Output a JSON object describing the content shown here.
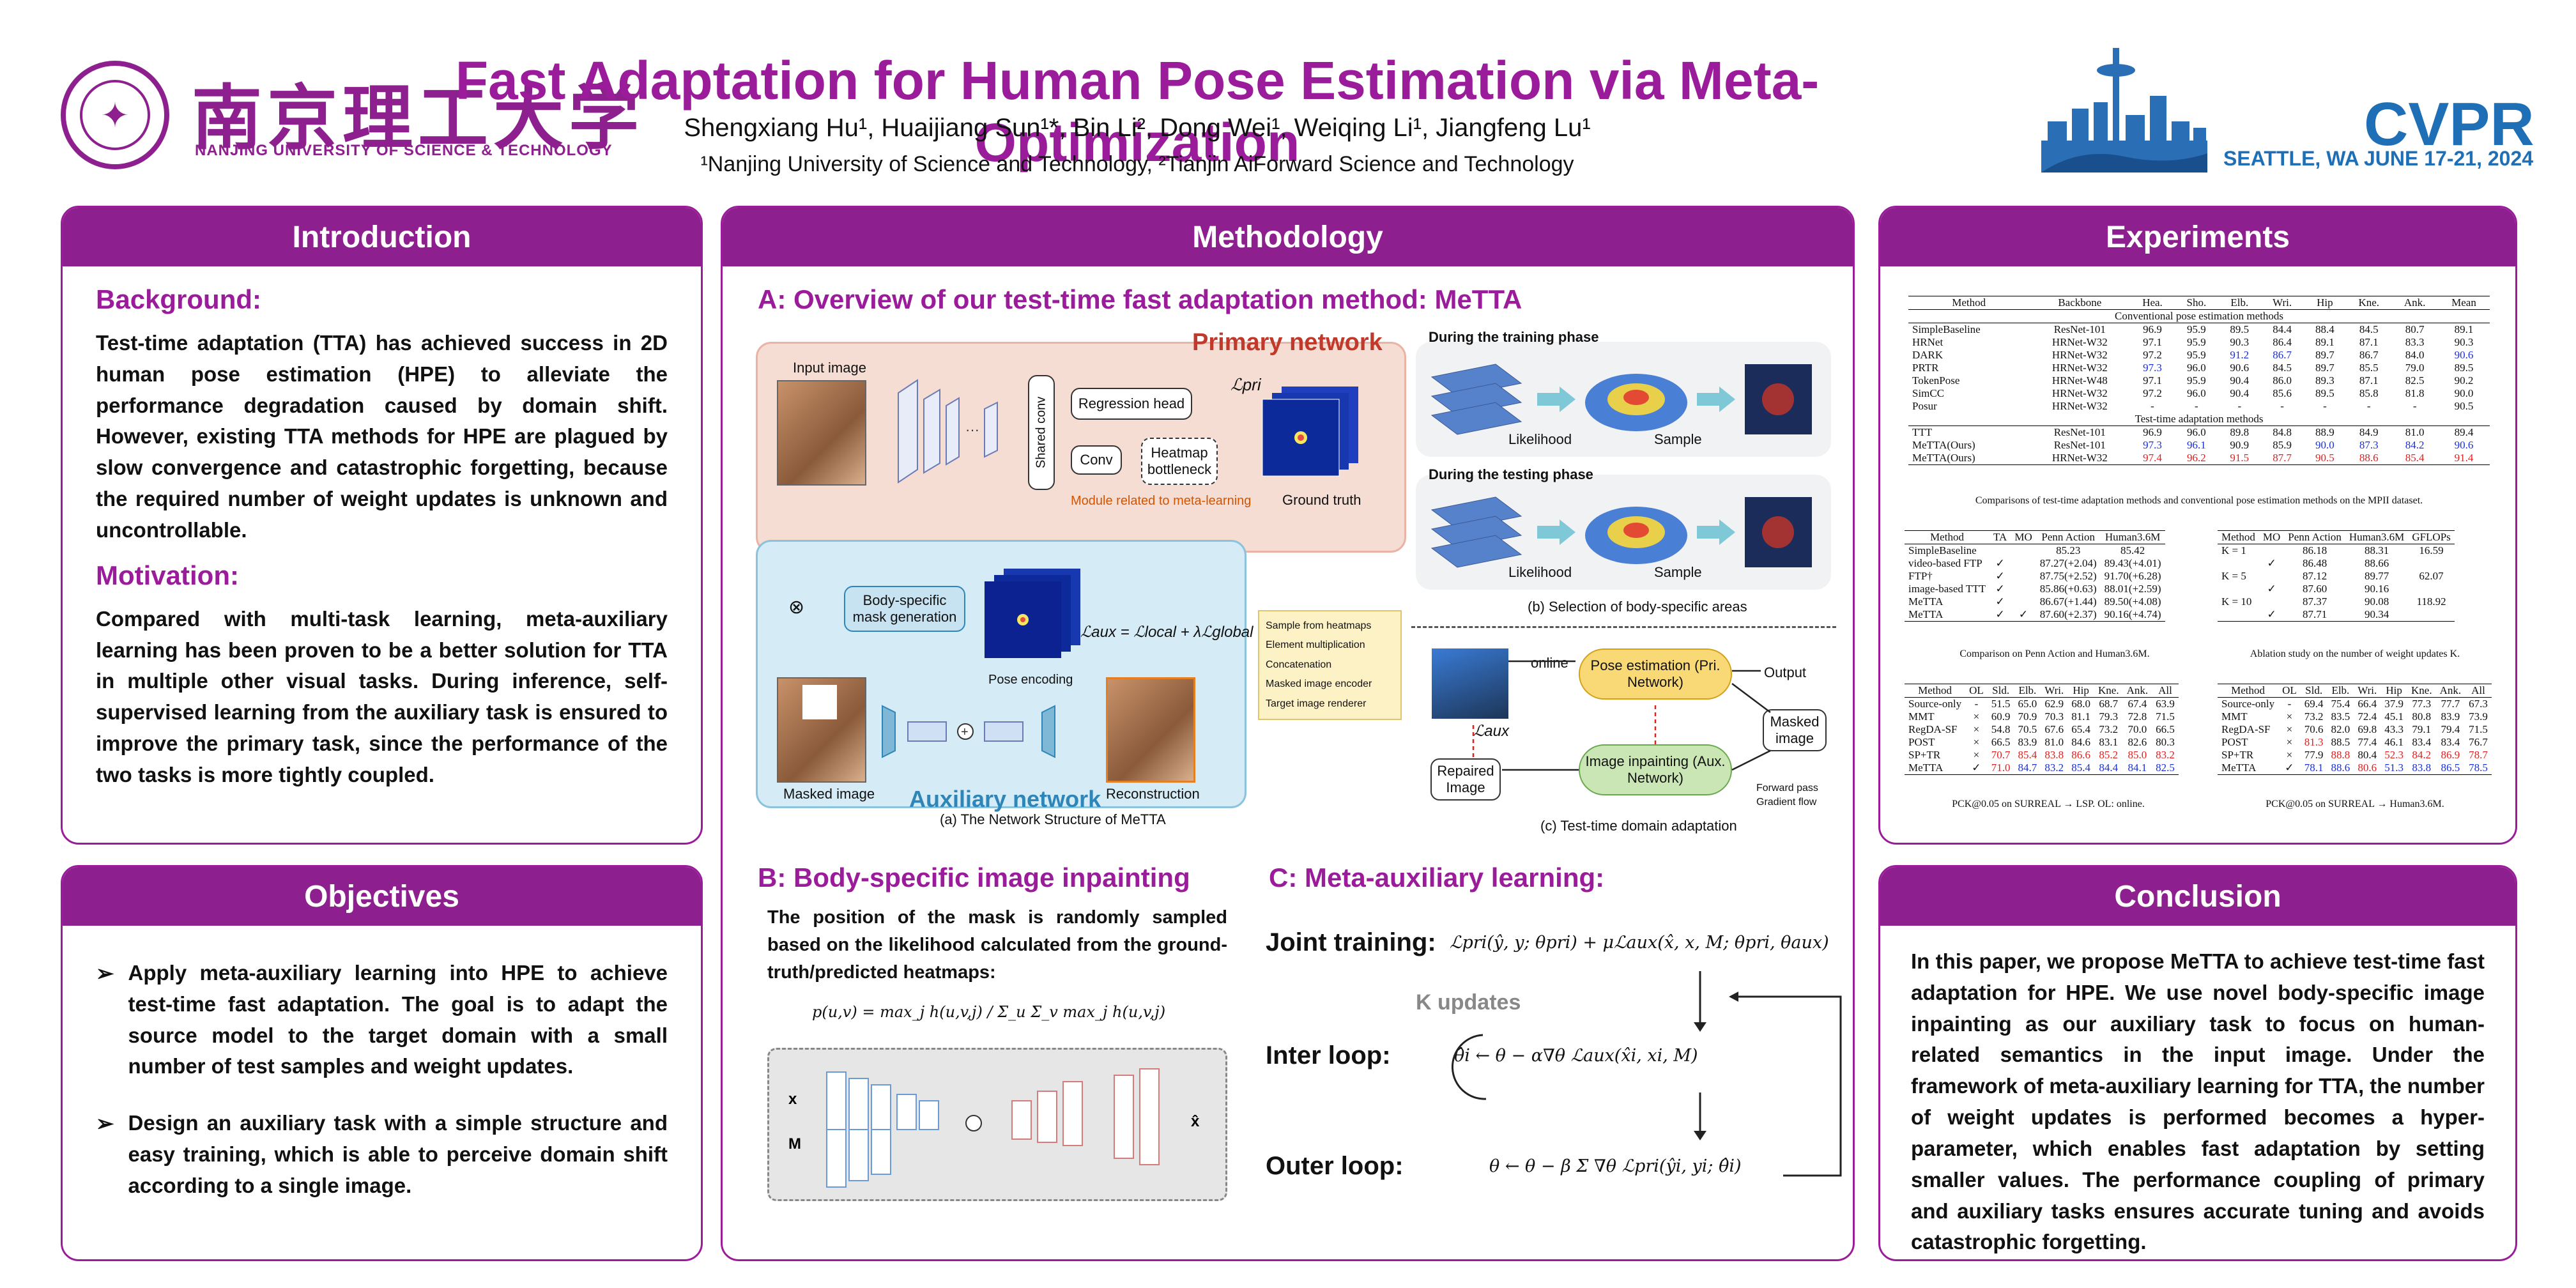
{
  "header": {
    "uni_cn": "南京理工大学",
    "uni_en": "NANJING UNIVERSITY OF SCIENCE & TECHNOLOGY",
    "title": "Fast Adaptation for Human Pose Estimation via Meta-Optimization",
    "authors": "Shengxiang Hu¹, Huaijiang Sun¹*, Bin Li², Dong Wei¹, Weiqing Li¹, Jiangfeng Lu¹",
    "affiliations": "¹Nanjing University of Science and Technology, ²Tianjin AiForward Science and Technology",
    "conf": "CVPR",
    "conf_location": "SEATTLE, WA",
    "conf_dates": "JUNE 17-21, 2024",
    "brand_color": "#8e1f8e",
    "cvpr_color": "#1f6fb7"
  },
  "intro": {
    "title": "Introduction",
    "background_title": "Background:",
    "background_text": "Test-time adaptation (TTA) has achieved success in 2D human pose estimation (HPE) to alleviate the performance degradation caused by domain shift. However, existing TTA methods  for HPE are plagued by slow convergence and catastrophic forgetting, because the required number of weight updates is unknown and uncontrollable.",
    "motivation_title": "Motivation:",
    "motivation_text": "Compared with multi-task learning, meta-auxiliary learning has been proven to be a better solution for TTA in multiple other visual tasks. During inference, self-supervised learning from the auxiliary task is ensured to improve the primary task, since the performance of  the two tasks is more tightly coupled."
  },
  "objectives": {
    "title": "Objectives",
    "items": [
      "Apply meta-auxiliary learning into HPE to achieve test-time fast adaptation. The goal is to adapt the source model to the target domain with a small number of test samples and weight updates.",
      "Design an auxiliary task with a simple structure and easy training, which is able to perceive domain shift according to a single image."
    ]
  },
  "method": {
    "title": "Methodology",
    "sec_a": "A: Overview of our test-time fast adaptation method: MeTTA",
    "primary_network": "Primary network",
    "auxiliary_network": "Auxiliary network",
    "input_image": "Input image",
    "shared_conv": "Shared conv",
    "regression_head": "Regression head",
    "conv": "Conv",
    "heatmap_bottleneck": "Heatmap bottleneck",
    "module_meta": "Module related to meta-learning",
    "ground_truth": "Ground truth",
    "body_mask": "Body-specific mask generation",
    "pose_encoding": "Pose encoding",
    "masked_image": "Masked image",
    "reconstruction": "Reconstruction",
    "l_pri": "ℒpri",
    "l_aux_eq": "ℒaux = ℒlocal + λℒglobal",
    "legend": [
      "Sample from heatmaps",
      "Element multiplication",
      "Concatenation",
      "Masked image encoder",
      "Target image renderer"
    ],
    "cap_a": "(a) The Network Structure of MeTTA",
    "training_phase": "During the training phase",
    "testing_phase": "During the testing phase",
    "likelihood": "Likelihood",
    "sample": "Sample",
    "cap_b": "(b) Selection of body-specific areas",
    "online": "online",
    "pose_est": "Pose estimation (Pri. Network)",
    "output": "Output",
    "masked_img": "Masked image",
    "image_inpaint": "Image inpainting (Aux. Network)",
    "repaired_img": "Repaired Image",
    "l_aux": "ℒaux",
    "forward_pass": "Forward pass",
    "gradient_flow": "Gradient flow",
    "cap_c": "(c) Test-time domain adaptation",
    "sec_b": "B: Body-specific image inpainting",
    "sec_b_text": "The position of the mask is randomly sampled based on the likelihood calculated  from the ground-truth/predicted heatmaps:",
    "eq_b": "p(u,v) = max_j h(u,v,j) / Σ_u Σ_v max_j h(u,v,j)",
    "sec_c": "C: Meta-auxiliary learning:",
    "joint_training": "Joint training:",
    "joint_eq": "ℒpri(ŷ, y; θpri) + μℒaux(x̂, x, M; θpri, θaux)",
    "k_updates": "K updates",
    "inter_loop": "Inter loop:",
    "inter_eq": "θ̂i ← θ − α∇θ ℒaux(x̂i, xi, M)",
    "outer_loop": "Outer loop:",
    "outer_eq": "θ ← θ − β Σ ∇θ ℒpri(ŷi, yi; θ̂i)"
  },
  "experiments": {
    "title": "Experiments",
    "t1_headers": [
      "Method",
      "Backbone",
      "Hea.",
      "Sho.",
      "Elb.",
      "Wri.",
      "Hip",
      "Kne.",
      "Ank.",
      "Mean"
    ],
    "t1_group1": "Conventional pose estimation methods",
    "t1_rows1": [
      [
        "SimpleBaseline",
        "ResNet-101",
        "96.9",
        "95.9",
        "89.5",
        "84.4",
        "88.4",
        "84.5",
        "80.7",
        "89.1"
      ],
      [
        "HRNet",
        "HRNet-W32",
        "97.1",
        "95.9",
        "90.3",
        "86.4",
        "89.1",
        "87.1",
        "83.3",
        "90.3"
      ],
      [
        "DARK",
        "HRNet-W32",
        "97.2",
        "95.9",
        "91.2",
        "86.7",
        "89.7",
        "86.7",
        "84.0",
        "90.6"
      ],
      [
        "PRTR",
        "HRNet-W32",
        "97.3",
        "96.0",
        "90.6",
        "84.5",
        "89.7",
        "85.5",
        "79.0",
        "89.5"
      ],
      [
        "TokenPose",
        "HRNet-W48",
        "97.1",
        "95.9",
        "90.4",
        "86.0",
        "89.3",
        "87.1",
        "82.5",
        "90.2"
      ],
      [
        "SimCC",
        "HRNet-W32",
        "97.2",
        "96.0",
        "90.4",
        "85.6",
        "89.5",
        "85.8",
        "81.8",
        "90.0"
      ],
      [
        "Posur",
        "HRNet-W32",
        "-",
        "-",
        "-",
        "-",
        "-",
        "-",
        "-",
        "90.5"
      ]
    ],
    "t1_group2": "Test-time adaptation methods",
    "t1_rows2": [
      [
        "TTT",
        "ResNet-101",
        "96.9",
        "96.0",
        "89.8",
        "84.8",
        "88.9",
        "84.9",
        "81.0",
        "89.4"
      ],
      [
        "MeTTA(Ours)",
        "ResNet-101",
        "97.3",
        "96.1",
        "90.9",
        "85.9",
        "90.0",
        "87.3",
        "84.2",
        "90.6"
      ],
      [
        "MeTTA(Ours)",
        "HRNet-W32",
        "97.4",
        "96.2",
        "91.5",
        "87.7",
        "90.5",
        "88.6",
        "85.4",
        "91.4"
      ]
    ],
    "t1_caption": "Comparisons of test-time adaptation methods and conventional pose estimation methods on the MPII dataset.",
    "t2_headers": [
      "Method",
      "TA",
      "MO",
      "Penn Action",
      "Human3.6M"
    ],
    "t2_rows": [
      [
        "SimpleBaseline",
        "",
        "",
        "85.23",
        "85.42"
      ],
      [
        "video-based  FTP",
        "✓",
        "",
        "87.27(+2.04)",
        "89.43(+4.01)"
      ],
      [
        "FTP†",
        "✓",
        "",
        "87.75(+2.52)",
        "91.70(+6.28)"
      ],
      [
        "image-based  TTT",
        "✓",
        "",
        "85.86(+0.63)",
        "88.01(+2.59)"
      ],
      [
        "MeTTA",
        "✓",
        "",
        "86.67(+1.44)",
        "89.50(+4.08)"
      ],
      [
        "MeTTA",
        "✓",
        "✓",
        "87.60(+2.37)",
        "90.16(+4.74)"
      ]
    ],
    "t2_caption": "Comparison on Penn Action and Human3.6M.",
    "t3_headers": [
      "Method",
      "MO",
      "Penn Action",
      "Human3.6M",
      "GFLOPs"
    ],
    "t3_rows": [
      [
        "K = 1",
        "",
        "86.18",
        "88.31",
        "16.59"
      ],
      [
        "",
        "✓",
        "86.48",
        "88.66",
        ""
      ],
      [
        "K = 5",
        "",
        "87.12",
        "89.77",
        "62.07"
      ],
      [
        "",
        "✓",
        "87.60",
        "90.16",
        ""
      ],
      [
        "K = 10",
        "",
        "87.37",
        "90.08",
        "118.92"
      ],
      [
        "",
        "✓",
        "87.71",
        "90.34",
        ""
      ]
    ],
    "t3_caption": "Ablation study on the number of weight updates K.",
    "t4_headers": [
      "Method",
      "OL",
      "Sld.",
      "Elb.",
      "Wri.",
      "Hip",
      "Kne.",
      "Ank.",
      "All"
    ],
    "t4_rows": [
      [
        "Source-only",
        "-",
        "51.5",
        "65.0",
        "62.9",
        "68.0",
        "68.7",
        "67.4",
        "63.9"
      ],
      [
        "MMT",
        "×",
        "60.9",
        "70.9",
        "70.3",
        "81.1",
        "79.3",
        "72.8",
        "71.5"
      ],
      [
        "RegDA-SF",
        "×",
        "54.8",
        "70.5",
        "67.6",
        "65.4",
        "73.2",
        "70.0",
        "66.5"
      ],
      [
        "POST",
        "×",
        "66.5",
        "83.9",
        "81.0",
        "84.6",
        "83.1",
        "82.6",
        "80.3"
      ],
      [
        "SP+TR",
        "×",
        "70.7",
        "85.4",
        "83.8",
        "86.6",
        "85.2",
        "85.0",
        "83.2"
      ],
      [
        "MeTTA",
        "✓",
        "71.0",
        "84.7",
        "83.2",
        "85.4",
        "84.4",
        "84.1",
        "82.5"
      ]
    ],
    "t4_caption": "PCK@0.05 on SURREAL → LSP. OL: online.",
    "t5_headers": [
      "Method",
      "OL",
      "Sld.",
      "Elb.",
      "Wri.",
      "Hip",
      "Kne.",
      "Ank.",
      "All"
    ],
    "t5_rows": [
      [
        "Source-only",
        "-",
        "69.4",
        "75.4",
        "66.4",
        "37.9",
        "77.3",
        "77.7",
        "67.3"
      ],
      [
        "MMT",
        "×",
        "73.2",
        "83.5",
        "72.4",
        "45.1",
        "80.8",
        "83.9",
        "73.9"
      ],
      [
        "RegDA-SF",
        "×",
        "70.6",
        "82.0",
        "69.8",
        "43.3",
        "79.1",
        "79.4",
        "71.5"
      ],
      [
        "POST",
        "×",
        "81.3",
        "88.5",
        "77.4",
        "46.1",
        "83.4",
        "83.4",
        "76.7"
      ],
      [
        "SP+TR",
        "×",
        "77.9",
        "88.8",
        "80.4",
        "52.3",
        "84.2",
        "86.9",
        "78.7"
      ],
      [
        "MeTTA",
        "✓",
        "78.1",
        "88.6",
        "80.6",
        "51.3",
        "83.8",
        "86.5",
        "78.5"
      ]
    ],
    "t5_caption": "PCK@0.05 on SURREAL → Human3.6M."
  },
  "conclusion": {
    "title": "Conclusion",
    "text": "In this paper, we propose MeTTA to achieve test-time fast adaptation for HPE. We use novel body-specific image inpainting as our auxiliary task to focus on human-related semantics in the input image. Under the framework of meta-auxiliary learning for TTA, the number of weight updates is performed becomes a hyper-parameter, which enables fast adaptation by setting smaller values.  The performance coupling of primary and auxiliary tasks ensures accurate tuning and avoids catastrophic forgetting."
  }
}
